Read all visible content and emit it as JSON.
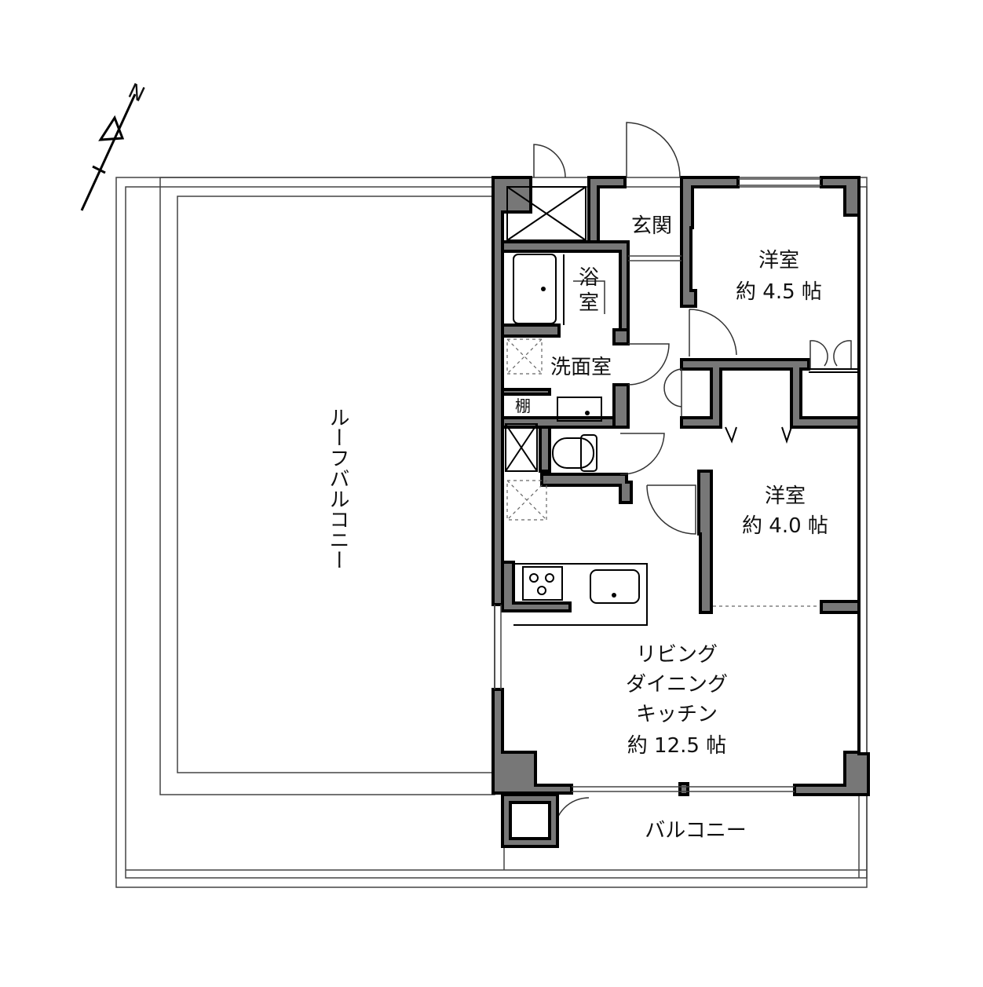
{
  "compass": {
    "label": "N"
  },
  "rooms": {
    "roof_balcony": "ルーフバルコニー",
    "entrance": "玄関",
    "bath_line1": "浴",
    "bath_line2": "室",
    "washroom": "洗面室",
    "shelf": "棚",
    "western1_name": "洋室",
    "western1_size": "約 4.5 帖",
    "western2_name": "洋室",
    "western2_size": "約 4.0 帖",
    "ldk_line1": "リビング",
    "ldk_line2": "ダイニング",
    "ldk_line3": "キッチン",
    "ldk_size": "約 12.5 帖",
    "balcony": "バルコニー"
  }
}
